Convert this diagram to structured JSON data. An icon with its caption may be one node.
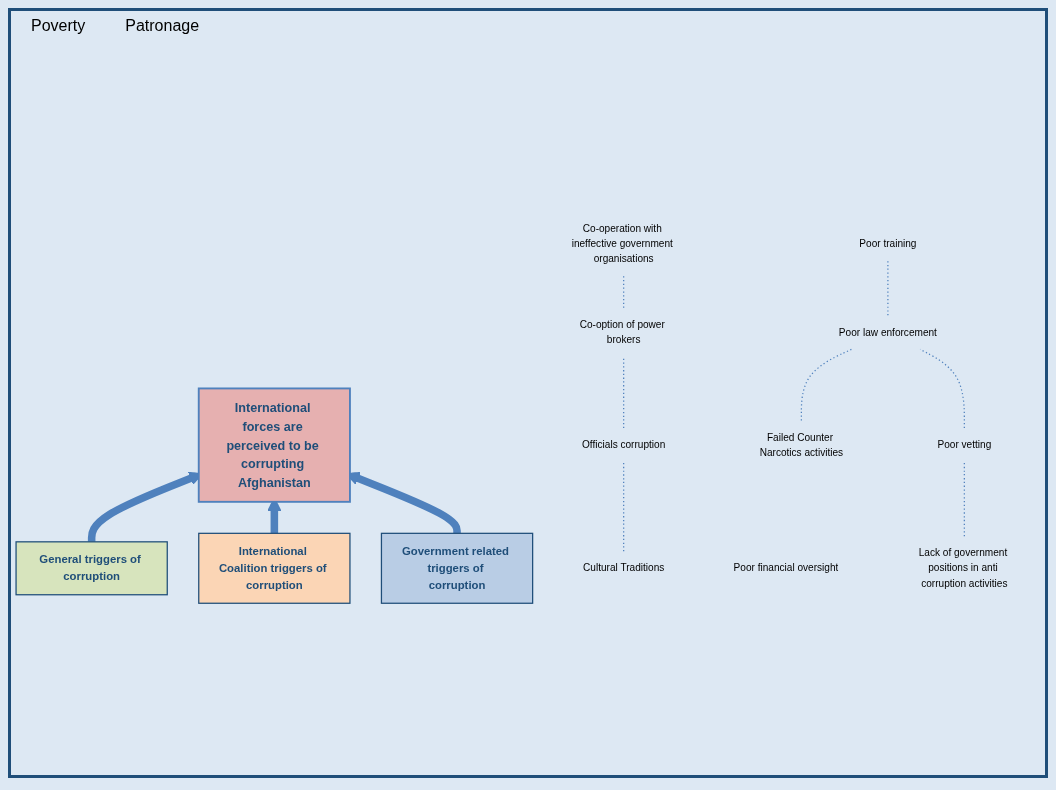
{
  "diagram": {
    "nodes": [
      {
        "text": [
          "International forces are perceived to be corrupting Afghanistan"
        ]
      },
      {
        "text": [
          "General triggers of corruption"
        ]
      },
      {
        "text": [
          "International Coalition triggers of corruption"
        ]
      },
      {
        "text": [
          "Government related triggers of corruption"
        ]
      },
      {
        "text": [
          "Cultural Traditions"
        ]
      },
      {
        "text": [
          "Officials corruption"
        ]
      },
      {
        "text": [
          "Co-option of power brokers"
        ]
      },
      {
        "text": [
          "Co-operation with ineffective government organisations"
        ]
      },
      {
        "text": [
          "Poor financial oversight"
        ]
      },
      {
        "text": [
          "Failed Counter Narcotics activities"
        ]
      },
      {
        "text": [
          "Lack of government positions in anti corruption activities"
        ]
      },
      {
        "text": [
          "Poor vetting"
        ]
      },
      {
        "text": [
          "Poor law enforcement"
        ]
      },
      {
        "text": [
          "Poor training"
        ]
      }
    ],
    "edges": [
      {
        "from": 1,
        "to": 0,
        "arrow": "to",
        "style": "thick"
      },
      {
        "from": 2,
        "to": 0,
        "arrow": "to",
        "style": "thick"
      },
      {
        "from": 3,
        "to": 0,
        "arrow": "to",
        "style": "thick"
      },
      {
        "from": 4,
        "to": 5,
        "arrow": "none",
        "style": "dashed"
      },
      {
        "from": 5,
        "to": 6,
        "arrow": "none",
        "style": "dashed"
      },
      {
        "from": 6,
        "to": 7,
        "arrow": "none",
        "style": "dashed"
      },
      {
        "from": 9,
        "to": 12,
        "arrow": "none",
        "style": "dashed"
      },
      {
        "from": 10,
        "to": 11,
        "arrow": "none",
        "style": "dashed"
      },
      {
        "from": 11,
        "to": 12,
        "arrow": "none",
        "style": "dashed"
      },
      {
        "from": 12,
        "to": 13,
        "arrow": "none",
        "style": "dashed"
      }
    ],
    "labels": [
      "Poverty",
      "Patronage"
    ]
  }
}
